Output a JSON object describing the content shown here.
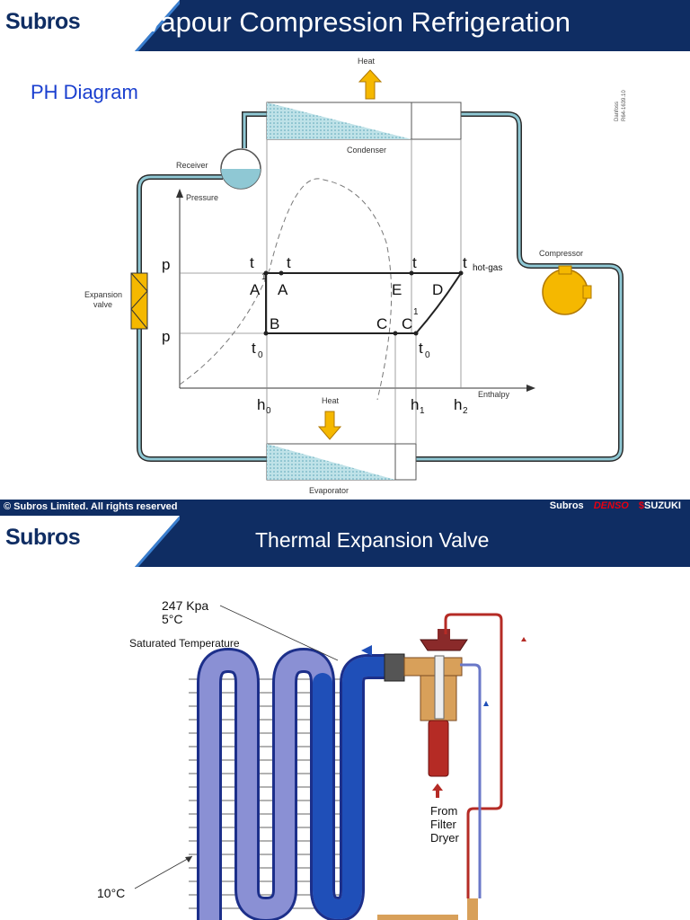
{
  "slide1": {
    "logo": "Subros",
    "title": "Vapour Compression Refrigeration",
    "subtitle": "PH Diagram",
    "footer": "© Subros Limited. All rights reserved",
    "footer_logos": {
      "subros": "Subros",
      "denso": "DENSO",
      "suzuki": "SUZUKI"
    },
    "diagram": {
      "heat_top": "Heat",
      "heat_bottom": "Heat",
      "condenser": "Condenser",
      "evaporator": "Evaporator",
      "receiver": "Receiver",
      "compressor": "Compressor",
      "expansion_valve_line1": "Expansion",
      "expansion_valve_line2": "valve",
      "pressure": "Pressure",
      "enthalpy": "Enthalpy",
      "p_high": "p",
      "p_low": "p",
      "t_a1": "t",
      "t_a": "t",
      "t_e": "t",
      "t_hot": "t",
      "t_hot_sub": "hot-gas",
      "t0_left": "t",
      "t0_left_sub": "0",
      "t0_right": "t",
      "t0_right_sub": "0",
      "A1": "A",
      "A1_sup": "1",
      "A": "A",
      "E": "E",
      "D": "D",
      "B": "B",
      "C": "C",
      "C1": "C",
      "C1_sup": "1",
      "h0": "h",
      "h0_sub": "0",
      "h1": "h",
      "h1_sub": "1",
      "h2": "h",
      "h2_sub": "2",
      "danfoss_line1": "Danfoss",
      "danfoss_line2": "R64-1639.10"
    }
  },
  "slide2": {
    "logo": "Subros",
    "title": "Thermal Expansion Valve",
    "label_pressure": "247 Kpa",
    "label_temp": "5°C",
    "label_sat": "Saturated Temperature",
    "label_from1": "From",
    "label_from2": "Filter",
    "label_from3": "Dryer",
    "label_10c": "10°C"
  },
  "colors": {
    "header": "#0f2d63",
    "accent_red": "#e60012",
    "subtitle_blue": "#1a3fcf",
    "arrow_yellow": "#f5b800",
    "pipe_blue": "#8fc8d4"
  }
}
